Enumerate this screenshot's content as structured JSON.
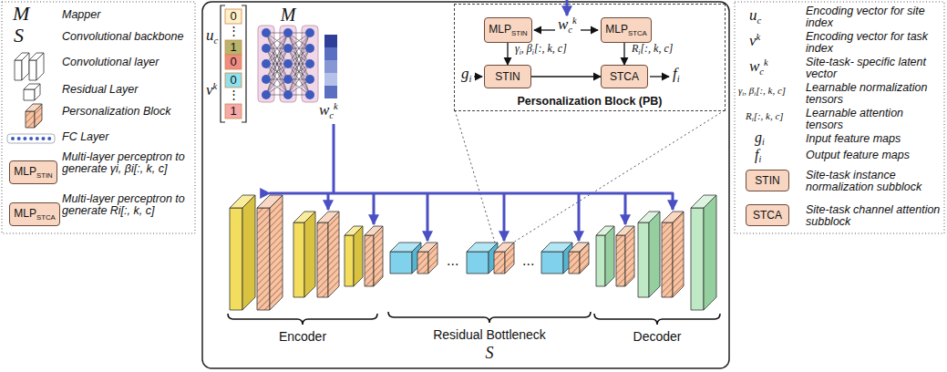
{
  "diagram": {
    "nodes": [
      {
        "text": [
          "MLP",
          "STIN"
        ]
      },
      {
        "text": [
          "MLP",
          "STCA"
        ]
      },
      {
        "text": [
          "Personalization Block (PB)"
        ]
      },
      {
        "text": [
          "MLP",
          "STIN"
        ],
        "in": 2
      },
      {
        "text": [
          "MLP",
          "STCA"
        ],
        "in": 2
      },
      {
        "text": [
          "STIN"
        ],
        "in": 2
      },
      {
        "text": [
          "STCA"
        ],
        "in": 2
      },
      {
        "text": [
          "STIN"
        ]
      },
      {
        "text": [
          "STCA"
        ]
      }
    ],
    "edges": [
      {
        "from": 3,
        "to": 5,
        "arrow": "to"
      },
      {
        "from": 4,
        "to": 6,
        "arrow": "to"
      },
      {
        "from": 5,
        "to": 6,
        "arrow": "to"
      }
    ],
    "labels": [
      "M",
      "S",
      "u",
      "c",
      "0",
      "⋮",
      "1",
      "0",
      "v",
      "k",
      "0",
      "⋮",
      "1",
      "M",
      "w",
      "c",
      "k",
      "w",
      "c",
      "k",
      "γ",
      "i",
      ", β",
      "i",
      "[:, k, c]",
      "R",
      "i",
      "[:, k, c]",
      "g",
      "i",
      "f",
      "i",
      "...",
      "...",
      "Encoder",
      "Residual Bottleneck",
      "S",
      "Decoder",
      "u",
      "c",
      "v",
      "k",
      "w",
      "c",
      "k",
      "γ",
      "i",
      ", β",
      "i",
      "[:, k, c]",
      "R",
      "i",
      "[:, k, c]",
      "g",
      "i",
      "f",
      "i"
    ],
    "legend": [
      {
        "text": "Mapper"
      },
      {
        "text": "Convolutional backbone"
      },
      {
        "text": "Convolutional layer"
      },
      {
        "text": "Residual Layer"
      },
      {
        "text": "Personalization Block"
      },
      {
        "text": "FC Layer"
      },
      {
        "text": "Multi-layer perceptron to generate γi, βi[:, k, c]"
      },
      {
        "text": "Multi-layer perceptron to generate Ri[:, k, c]"
      },
      {
        "text": "Encoding vector for site index"
      },
      {
        "text": "Encoding vector for task index"
      },
      {
        "text": "Site-task- specific latent vector"
      },
      {
        "text": "Learnable normalization tensors"
      },
      {
        "text": "Learnable attention tensors"
      },
      {
        "text": "Input feature maps"
      },
      {
        "text": "Output feature maps"
      },
      {
        "text": "Site-task instance normalization subblock"
      },
      {
        "text": "Site-task channel attention subblock"
      }
    ]
  }
}
